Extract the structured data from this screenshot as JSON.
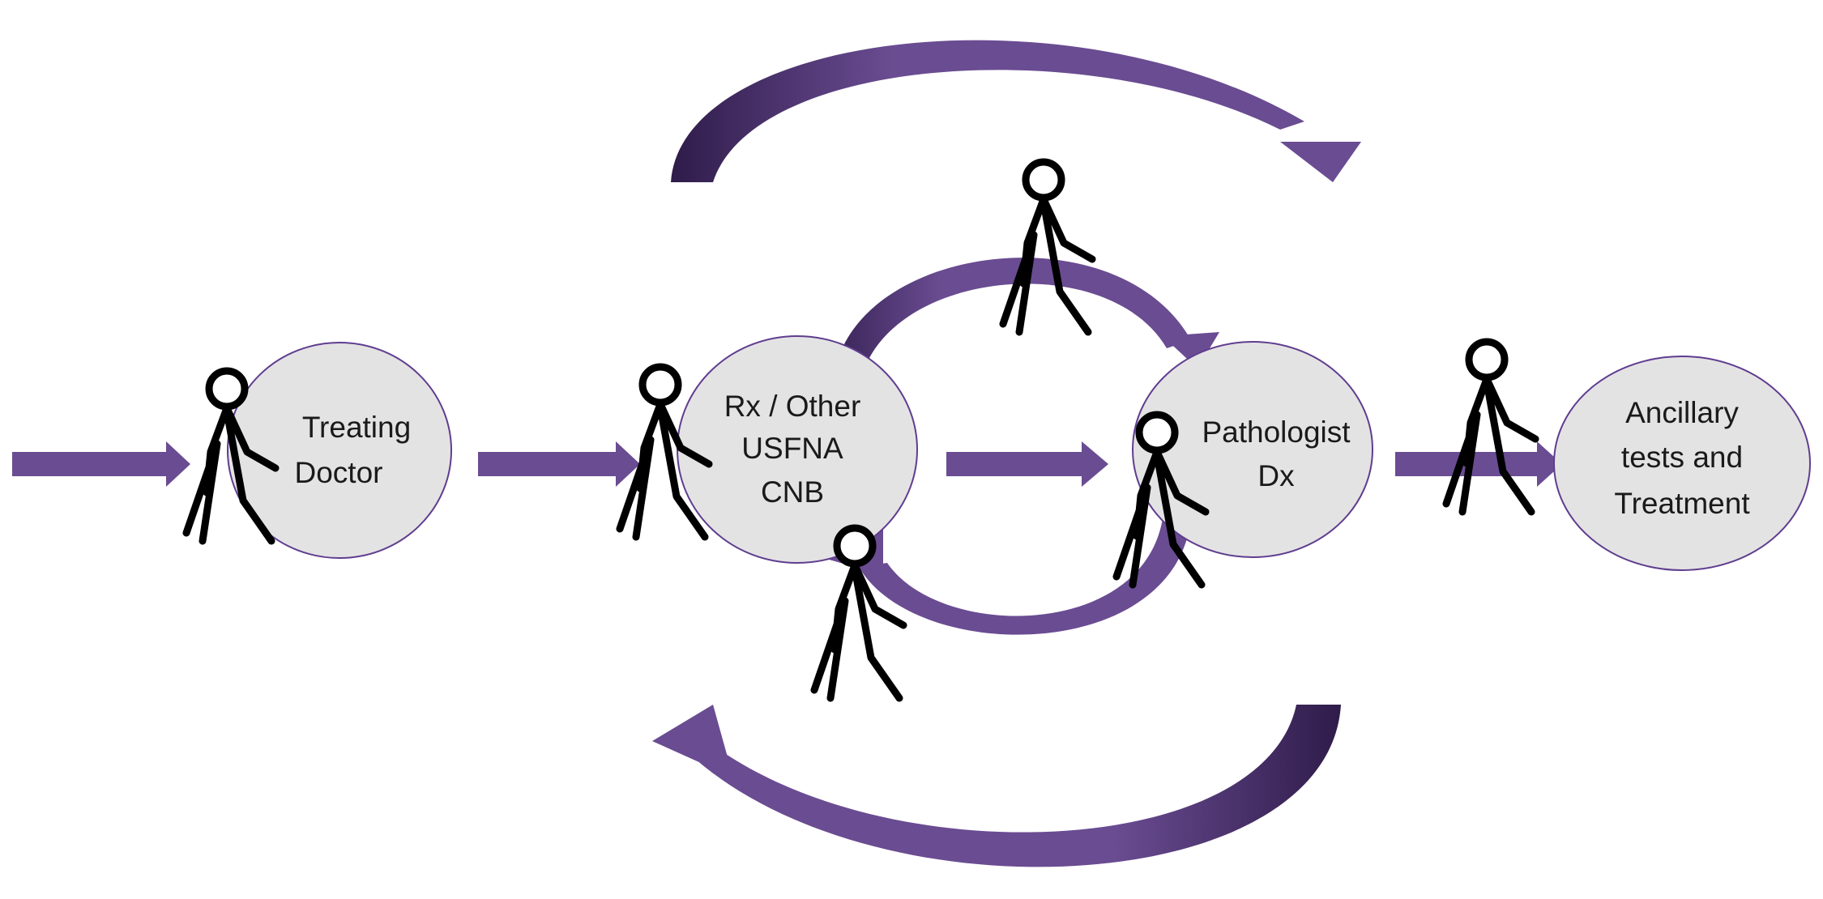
{
  "colors": {
    "arrow": "#6a4c92",
    "arrow_dark": "#3a2558",
    "node_fill": "#e4e3e4",
    "node_stroke": "#5f3d8f",
    "walker_stroke": "#000000"
  },
  "nodes": {
    "treating_doctor": {
      "lines": [
        "Treating",
        "Doctor"
      ]
    },
    "rx_usfna_cnb": {
      "lines": [
        "Rx / Other",
        "USFNA",
        "CNB"
      ]
    },
    "pathologist_dx": {
      "lines": [
        "Pathologist",
        "Dx"
      ]
    },
    "ancillary_treatment": {
      "lines": [
        "Ancillary",
        "tests and",
        "Treatment"
      ]
    }
  },
  "icons": {
    "walker": "person-walking-icon",
    "arrow": "arrow-icon",
    "curved_arrow": "curved-arrow-icon"
  }
}
